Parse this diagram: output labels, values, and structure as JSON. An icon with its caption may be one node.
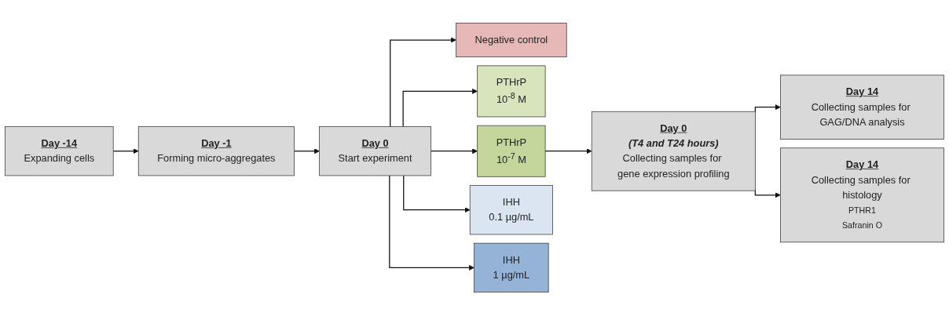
{
  "diagram": {
    "nodes": [
      {
        "text": [
          "Day -14",
          "Expanding cells"
        ]
      },
      {
        "text": [
          "Day -1",
          "Forming micro-aggregates"
        ]
      },
      {
        "text": [
          "Day 0",
          "Start experiment"
        ]
      },
      {
        "text": [
          "Negative control"
        ]
      },
      {
        "text": [
          "PTHrP",
          "10$^{-8}$ M"
        ]
      },
      {
        "text": [
          "PTHrP",
          "10$^{-7}$ M"
        ]
      },
      {
        "text": [
          "IHH",
          "0.1 µg/mL"
        ]
      },
      {
        "text": [
          "IHH",
          "1 µg/mL"
        ]
      },
      {
        "text": [
          "Day 0",
          "(T4 and T24 hours)",
          "Collecting samples for gene expression profiling"
        ]
      },
      {
        "text": [
          "Day 14",
          "Collecting samples for GAG/DNA analysis"
        ]
      },
      {
        "text": [
          "Day 14",
          "Collecting samples for histology",
          "PTHR1",
          "Safranin O"
        ]
      }
    ],
    "edges": [
      {
        "from": 0,
        "to": 1,
        "arrow": "to"
      },
      {
        "from": 1,
        "to": 2,
        "arrow": "to"
      },
      {
        "from": 2,
        "to": 3,
        "arrow": "to"
      },
      {
        "from": 2,
        "to": 4,
        "arrow": "to"
      },
      {
        "from": 2,
        "to": 5,
        "arrow": "to"
      },
      {
        "from": 2,
        "to": 6,
        "arrow": "to"
      },
      {
        "from": 2,
        "to": 7,
        "arrow": "to"
      },
      {
        "from": 5,
        "to": 8,
        "arrow": "to"
      },
      {
        "from": 8,
        "to": 9,
        "arrow": "to"
      },
      {
        "from": 8,
        "to": 10,
        "arrow": "to"
      }
    ]
  }
}
